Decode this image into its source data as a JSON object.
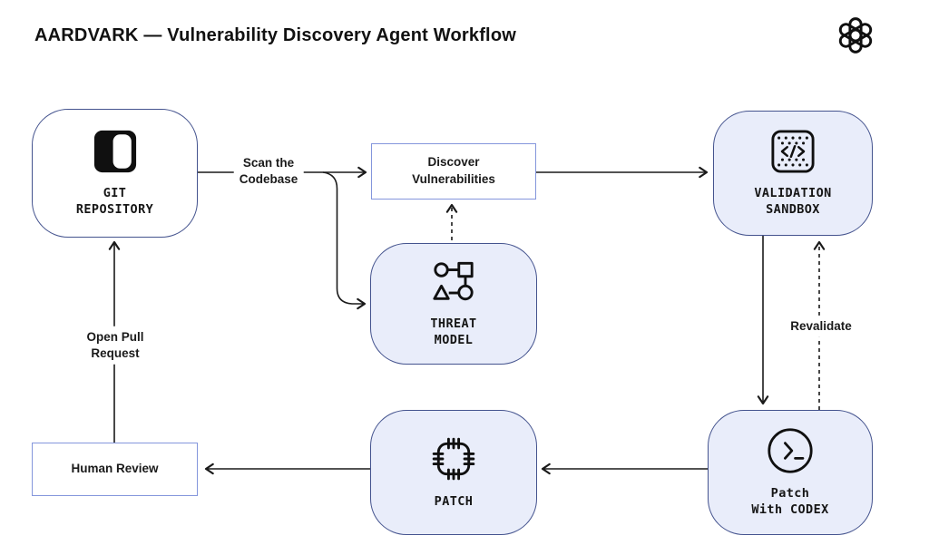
{
  "header": {
    "title": "AARDVARK — Vulnerability Discovery Agent Workflow",
    "logo": "openai-logo"
  },
  "nodes": {
    "git_repository": {
      "line1": "GIT",
      "line2": "REPOSITORY",
      "icon": "repository-icon",
      "shape": "rounded",
      "fill": "#ffffff"
    },
    "discover_vulnerabilities": {
      "line1": "Discover",
      "line2": "Vulnerabilities",
      "shape": "rect",
      "fill": "#ffffff"
    },
    "validation_sandbox": {
      "line1": "VALIDATION",
      "line2": "SANDBOX",
      "icon": "sandbox-code-icon",
      "shape": "rounded",
      "fill": "#e9edfa"
    },
    "threat_model": {
      "line1": "THREAT",
      "line2": "MODEL",
      "icon": "threat-model-icon",
      "shape": "rounded",
      "fill": "#e9edfa"
    },
    "patch_with_codex": {
      "line1": "Patch",
      "line2": "With CODEX",
      "icon": "terminal-icon",
      "shape": "rounded",
      "fill": "#e9edfa"
    },
    "patch": {
      "line1": "PATCH",
      "icon": "patch-stitch-icon",
      "shape": "rounded",
      "fill": "#e9edfa"
    },
    "human_review": {
      "line1": "Human Review",
      "shape": "rect",
      "fill": "#ffffff"
    }
  },
  "edge_labels": {
    "scan_codebase": {
      "line1": "Scan the",
      "line2": "Codebase"
    },
    "revalidate": {
      "line1": "Revalidate"
    },
    "open_pull_request": {
      "line1": "Open Pull",
      "line2": "Request"
    }
  },
  "edges": [
    {
      "from": "git_repository",
      "to": "discover_vulnerabilities",
      "style": "solid",
      "label": "Scan the Codebase"
    },
    {
      "from": "git_repository",
      "to": "threat_model",
      "style": "solid",
      "label": "Scan the Codebase"
    },
    {
      "from": "threat_model",
      "to": "discover_vulnerabilities",
      "style": "dashed",
      "label": ""
    },
    {
      "from": "discover_vulnerabilities",
      "to": "validation_sandbox",
      "style": "solid",
      "label": ""
    },
    {
      "from": "validation_sandbox",
      "to": "patch_with_codex",
      "style": "solid",
      "label": ""
    },
    {
      "from": "patch_with_codex",
      "to": "validation_sandbox",
      "style": "dashed",
      "label": "Revalidate"
    },
    {
      "from": "patch_with_codex",
      "to": "patch",
      "style": "solid",
      "label": ""
    },
    {
      "from": "patch",
      "to": "human_review",
      "style": "solid",
      "label": ""
    },
    {
      "from": "human_review",
      "to": "git_repository",
      "style": "solid",
      "label": "Open Pull Request"
    }
  ],
  "colors": {
    "background": "#ffffff",
    "node_fill": "#e9edfa",
    "node_border": "#44538e",
    "rect_border": "#8496dc",
    "arrow": "#1a1a1a",
    "text": "#121212"
  }
}
